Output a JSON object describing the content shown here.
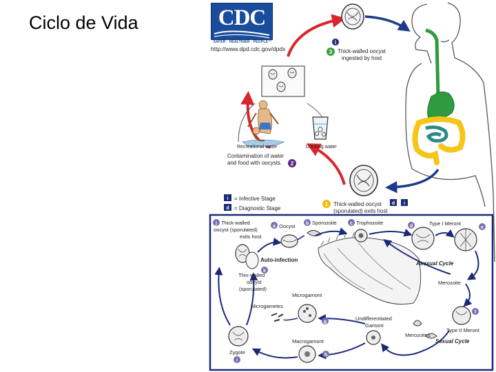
{
  "slide": {
    "title": "Ciclo de Vida"
  },
  "cdc": {
    "logo_text": "CDC",
    "tagline": "SAFER · HEALTHIER · PEOPLE™",
    "url": "http://www.dpd.cdc.gov/dpdx"
  },
  "upper_cycle": {
    "step3_badge": "3",
    "step3_line1": "Thick-walled oocyst",
    "step3_line2": "ingested by host",
    "infective_badge": "i",
    "recreational_water": "Recreational water",
    "drinking_water": "Drinking water",
    "contamination_line1": "Contamination of water",
    "contamination_line2": "and food with oocysts.",
    "step2_badge": "2",
    "step1_badge": "1",
    "step1_line1": "Thick-walled oocyst",
    "step1_line2": "(sporulated) exits host",
    "legend_infective": "= Infective Stage",
    "legend_diagnostic": "= Diagnostic Stage",
    "legend_i": "i",
    "legend_d": "d",
    "colors": {
      "arrow_red": "#d9262c",
      "arrow_blue": "#1b3a8c",
      "step_green": "#3aa042",
      "step_purple": "#5b2a86",
      "step_yellow": "#f2b90f",
      "colon_yellow": "#f5c518",
      "stomach_green": "#2f9b3e",
      "intestine_teal": "#2a8a8a"
    }
  },
  "lower_cycle": {
    "j_label1": "Thick-walled",
    "j_label2": "oocyst (sporulated)",
    "j_label3": "exits host",
    "a_label": "Oocyst",
    "b_label": "Sporozoite",
    "c_label": "Trophozoite",
    "d_label": "Type I Meront",
    "auto_infection": "Auto-infection",
    "asexual_cycle": "Asexual Cycle",
    "merozoite": "Merozoite",
    "k_label1": "Thin-walled",
    "k_label2": "oocyst",
    "k_label3": "(sporulated)",
    "microgamont": "Microgamont",
    "microgametes": "Microgametes",
    "undiff_line1": "Undifferentiated",
    "undiff_line2": "Gamont",
    "type2_meront": "Type II Meront",
    "merozoites": "Merozoites",
    "sexual_cycle": "Sexual Cycle",
    "macrogamont": "Macrogamont",
    "zygote": "Zygote",
    "badges": {
      "j": "j",
      "a": "a",
      "b": "b",
      "c": "c",
      "d": "d",
      "e": "e",
      "f": "f",
      "g": "g",
      "h": "h",
      "i": "i",
      "k": "k"
    }
  }
}
